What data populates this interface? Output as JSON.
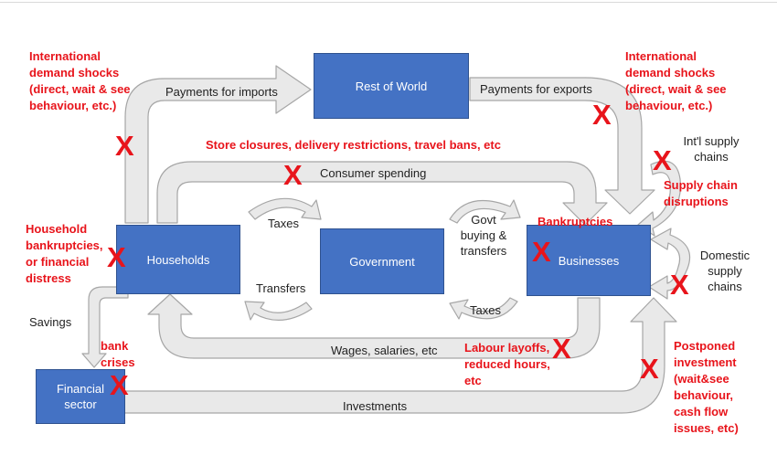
{
  "nodes": {
    "rest_of_world": "Rest of World",
    "households": "Households",
    "government": "Government",
    "businesses": "Businesses",
    "financial_sector": [
      "Financial",
      "sector"
    ]
  },
  "flows": {
    "payments_imports": "Payments for imports",
    "payments_exports": "Payments for exports",
    "consumer_spending": "Consumer spending",
    "taxes_households": "Taxes",
    "transfers": "Transfers",
    "govt_buying": [
      "Govt",
      "buying &",
      "transfers"
    ],
    "taxes_businesses": "Taxes",
    "wages": "Wages, salaries, etc",
    "savings": "Savings",
    "investments": "Investments",
    "intl_supply": [
      "Int'l supply",
      "chains"
    ],
    "domestic_supply": [
      "Domestic",
      "supply",
      "chains"
    ]
  },
  "shocks": {
    "intl_demand_left": [
      "International",
      "demand shocks",
      "(direct, wait & see",
      "behaviour, etc.)"
    ],
    "intl_demand_right": [
      "International",
      "demand shocks",
      "(direct, wait & see",
      "behaviour, etc.)"
    ],
    "store_closures": "Store closures, delivery restrictions, travel bans, etc",
    "household_bankruptcies": [
      "Household",
      "bankruptcies,",
      "or financial",
      "distress"
    ],
    "bankruptcies": "Bankruptcies",
    "supply_chain": [
      "Supply chain",
      "disruptions"
    ],
    "bank_crises": [
      "bank",
      "crises"
    ],
    "labour_layoffs": [
      "Labour layoffs,",
      "reduced hours,",
      "etc"
    ],
    "postponed_investment": [
      "Postponed",
      "investment",
      "(wait&see",
      "behaviour,",
      "cash flow",
      "issues, etc)"
    ],
    "mark": "X"
  },
  "colors": {
    "box": "#4472c4",
    "arrow_fill": "#e9e9e9",
    "arrow_stroke": "#a6a6a6",
    "shock_text": "#e8141b"
  }
}
